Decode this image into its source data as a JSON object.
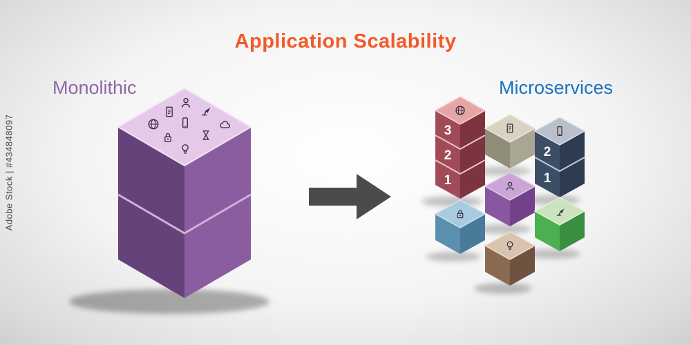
{
  "watermark": {
    "text": "Adobe Stock | #434848097"
  },
  "title": {
    "text": "Application Scalability",
    "color": "#f15a29"
  },
  "labels": {
    "monolithic": "Monolithic",
    "monolithic_color": "#8d68a6",
    "microservices": "Microservices",
    "microservices_color": "#1c73b8"
  },
  "arrow": {
    "direction": "right",
    "color": "#4b4b4d"
  },
  "monolith": {
    "icons": [
      "globe-icon",
      "person-icon",
      "document-icon",
      "lamp-icon",
      "phone-icon",
      "lock-icon",
      "hourglass-icon",
      "cloud-icon",
      "lightbulb-icon"
    ],
    "colors": {
      "top": "#e5c9e9",
      "left": "#654279",
      "right": "#8a5da1"
    }
  },
  "services": {
    "storage": {
      "icon": "globe-icon",
      "numbers": [
        "3",
        "2",
        "1"
      ],
      "colors": {
        "top": "#e6a6a6",
        "left": "#a14b58",
        "right": "#7e3340"
      }
    },
    "document": {
      "icon": "document-icon",
      "colors": {
        "top": "#d8d3c2",
        "left": "#8f8c7a",
        "right": "#a9a694"
      }
    },
    "mobile": {
      "icon": "phone-icon",
      "numbers": [
        "2",
        "1"
      ],
      "colors": {
        "top": "#b9c0cc",
        "left": "#3c4d66",
        "right": "#2e3c52"
      }
    },
    "user": {
      "icon": "person-icon",
      "colors": {
        "top": "#c9a6d6",
        "left": "#8a56a0",
        "right": "#71418a"
      }
    },
    "security": {
      "icon": "lock-icon",
      "colors": {
        "top": "#a9cbe0",
        "left": "#5b8fae",
        "right": "#497a99"
      }
    },
    "lighting": {
      "icon": "lamp-icon",
      "colors": {
        "top": "#cde3c0",
        "left": "#4caf50",
        "right": "#3a8f3f"
      }
    },
    "idea": {
      "icon": "lightbulb-icon",
      "colors": {
        "top": "#d9c4b0",
        "left": "#8a6a52",
        "right": "#6f523f"
      }
    }
  }
}
